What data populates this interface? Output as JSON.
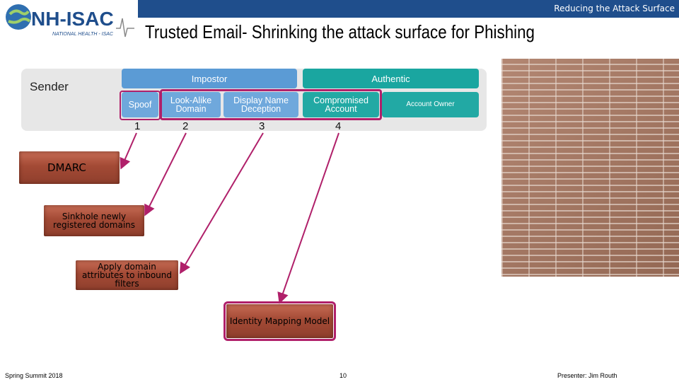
{
  "header": {
    "top_right": "Reducing the Attack Surface",
    "logo_main": "NH-ISAC",
    "logo_sub": "NATIONAL HEALTH - ISAC",
    "title": "Trusted Email- Shrinking the attack surface for Phishing"
  },
  "matrix": {
    "sender_label": "Sender",
    "impostor_label": "Impostor",
    "authentic_label": "Authentic",
    "cells": [
      "Spoof",
      "Look-Alike Domain",
      "Display Name Deception",
      "Compromised Account",
      "Account Owner"
    ],
    "numbers": [
      "1",
      "2",
      "3",
      "4"
    ]
  },
  "bricks": {
    "dmarc": "DMARC",
    "sinkhole": "Sinkhole newly registered domains",
    "apply": "Apply domain attributes to inbound filters",
    "identity": "Identity Mapping Model"
  },
  "footer": {
    "left": "Spring Summit 2018",
    "center": "10",
    "right": "Presenter: Jim Routh"
  },
  "colors": {
    "top_bar": "#1f4e8c",
    "impostor": "#5b9bd5",
    "authentic": "#1aa6a0",
    "highlight": "#b0206a"
  }
}
